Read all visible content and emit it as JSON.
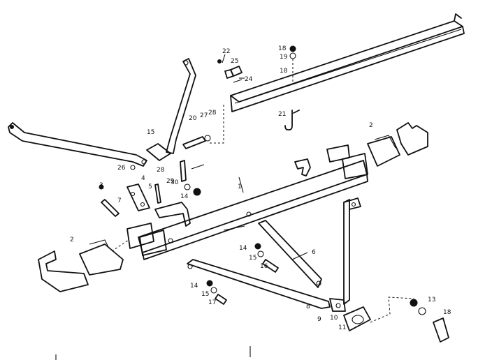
{
  "labels": {
    "n1": "1",
    "n2a": "2",
    "n2b": "2",
    "n3": "3",
    "n4": "4",
    "n5": "5",
    "n6": "6",
    "n7": "7",
    "n8": "8",
    "n9": "9",
    "n10": "10",
    "n11": "11",
    "n13": "13",
    "n14a": "14",
    "n14b": "14",
    "n14c": "14",
    "n15a": "15",
    "n15b": "15",
    "n15c": "15",
    "n16": "16",
    "n17": "17",
    "n18a": "18",
    "n18b": "18",
    "n18c": "18",
    "n19": "19",
    "n20": "20",
    "n21": "21",
    "n22": "22",
    "n24": "24",
    "n25": "25",
    "n26": "26",
    "n27": "27",
    "n28a": "28",
    "n28b": "28",
    "n29": "29",
    "n30": "30"
  }
}
